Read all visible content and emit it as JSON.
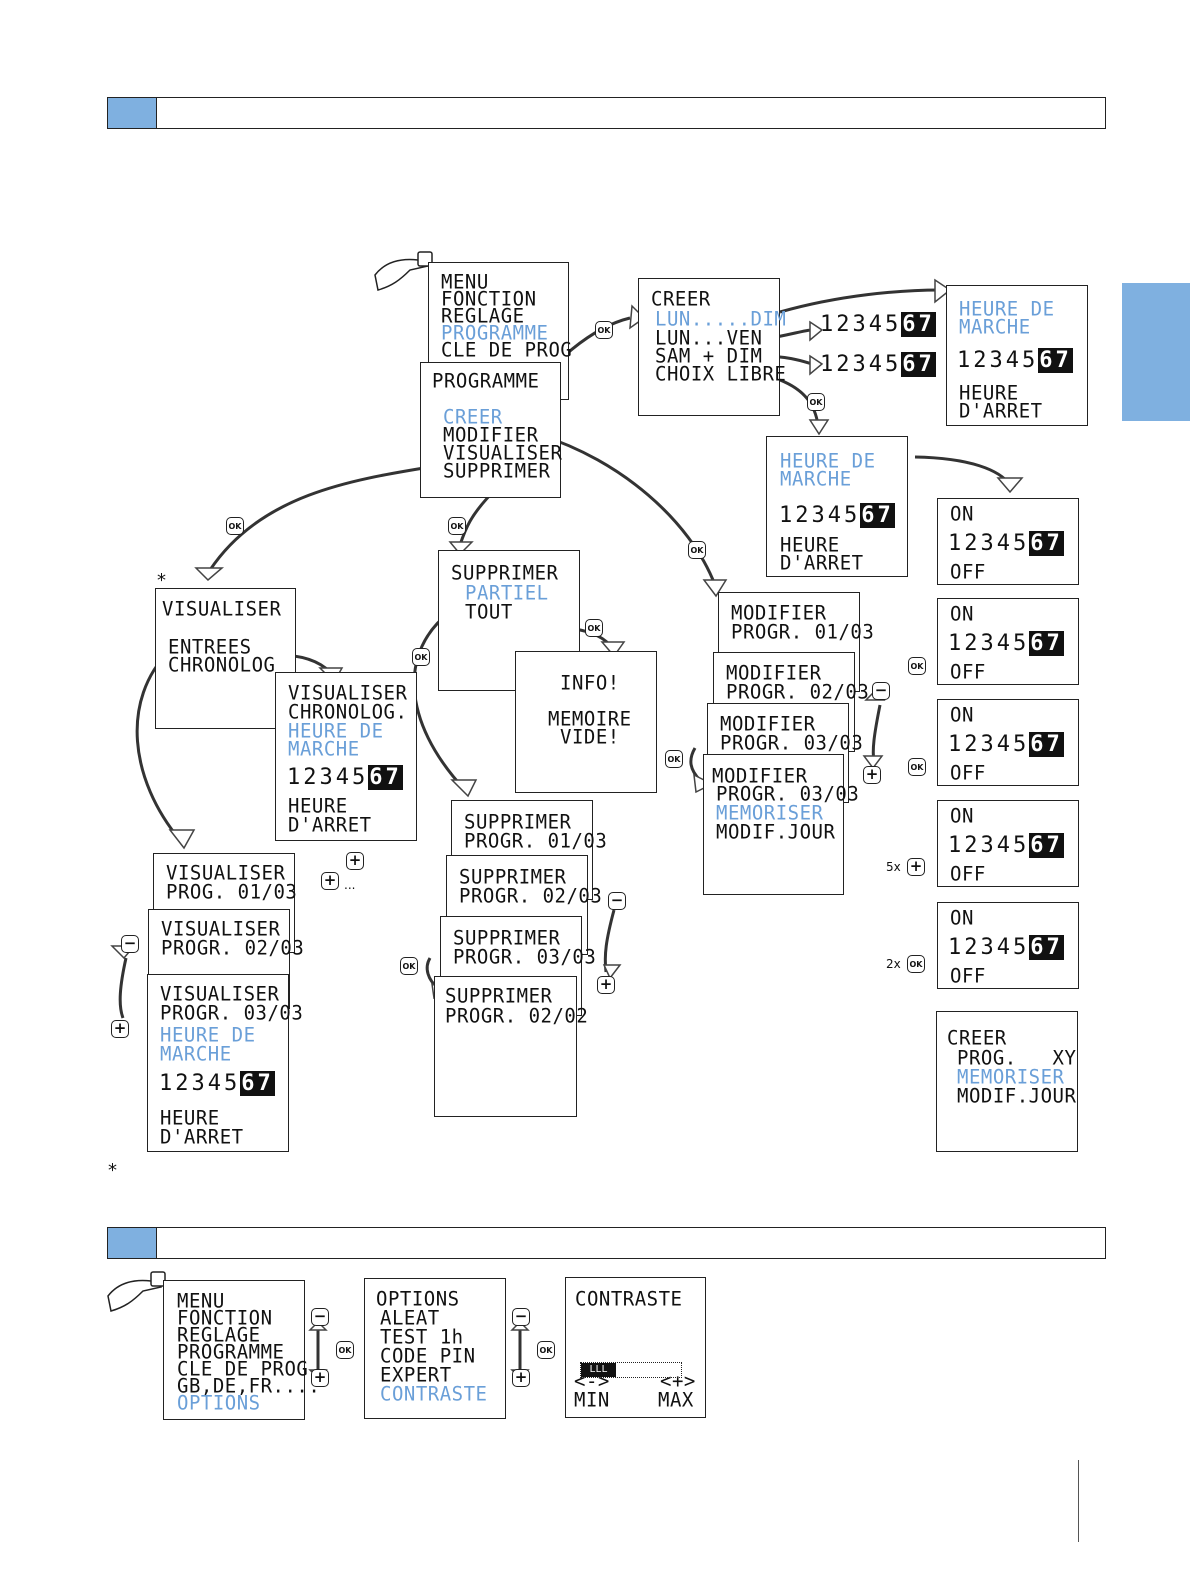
{
  "colors": {
    "accent_blue": "#7fb0e0",
    "highlight_text": "#6a9fd8"
  },
  "icons": [
    "hand-press-icon",
    "ok-button-icon",
    "plus-button-icon",
    "minus-button-icon",
    "curved-arrow-icon"
  ],
  "menu_main": {
    "lines": [
      "MENU",
      "FONCTION",
      "REGLAGE",
      "PROGRAMME",
      "CLE DE PROG"
    ],
    "selected": "PROGRAMME"
  },
  "programme_menu": {
    "title": "PROGRAMME",
    "items": [
      "CREER",
      "MODIFIER",
      "VISUALISER",
      "SUPPRIMER"
    ],
    "selected": "CREER"
  },
  "creer_menu": {
    "title": "CREER",
    "items": [
      "LUN.....DIM",
      "LUN...VEN",
      "SAM + DIM",
      "CHOIX LIBRE"
    ],
    "selected": "LUN.....DIM"
  },
  "days": {
    "digits": "12345",
    "weekend": "67"
  },
  "screens": {
    "heure_marche": [
      "HEURE DE",
      "MARCHE"
    ],
    "heure_arret": [
      "HEURE",
      "D'ARRET"
    ],
    "on": "ON",
    "off": "OFF",
    "visualiser_menu": {
      "title": "VISUALISER",
      "items": [
        "ENTREES",
        "CHRONOLOG"
      ]
    },
    "visualiser_chrono": [
      "VISUALISER",
      "CHRONOLOG."
    ],
    "visualiser_prog": [
      [
        "VISUALISER",
        "PROG. 01/03"
      ],
      [
        "VISUALISER",
        "PROGR. 02/03"
      ],
      [
        "VISUALISER",
        "PROGR. 03/03"
      ]
    ],
    "supprimer_menu": {
      "title": "SUPPRIMER",
      "items": [
        "PARTIEL",
        "TOUT"
      ],
      "selected": "PARTIEL"
    },
    "info": [
      "INFO!",
      "MEMOIRE",
      "VIDE!"
    ],
    "supprimer_prog": [
      [
        "SUPPRIMER",
        "PROGR. 01/03"
      ],
      [
        "SUPPRIMER",
        "PROGR. 02/03"
      ],
      [
        "SUPPRIMER",
        "PROGR. 03/03"
      ],
      [
        "SUPPRIMER",
        "PROGR. 02/02"
      ]
    ],
    "modifier_prog": [
      [
        "MODIFIER",
        "PROGR. 01/03"
      ],
      [
        "MODIFIER",
        "PROGR. 02/03"
      ],
      [
        "MODIFIER",
        "PROGR. 03/03"
      ]
    ],
    "modifier_final": [
      "MODIFIER",
      "PROGR. 03/03",
      "MEMORISER",
      "MODIF.JOUR"
    ],
    "creer_final": [
      "CREER",
      "PROG.   XY",
      "MEMORISER",
      "MODIF.JOUR"
    ]
  },
  "buttons": {
    "ok": "OK",
    "plus": "+",
    "minus": "−",
    "ellipsis": "...",
    "five_x": "5x",
    "two_x": "2x"
  },
  "footnote_marker": "*",
  "menu_options": [
    "MENU",
    "FONCTION",
    "REGLAGE",
    "PROGRAMME",
    "CLE DE PROG",
    "GB,DE,FR....",
    "OPTIONS"
  ],
  "options_menu": [
    "OPTIONS",
    "ALEAT",
    "TEST 1h",
    "CODE PIN",
    "EXPERT",
    "CONTRASTE"
  ],
  "contraste": {
    "title": "CONTRASTE",
    "level_fraction": 0.35,
    "bar_text": "LLL",
    "minus": "<->",
    "plus": "<+>",
    "min": "MIN",
    "max": "MAX"
  }
}
